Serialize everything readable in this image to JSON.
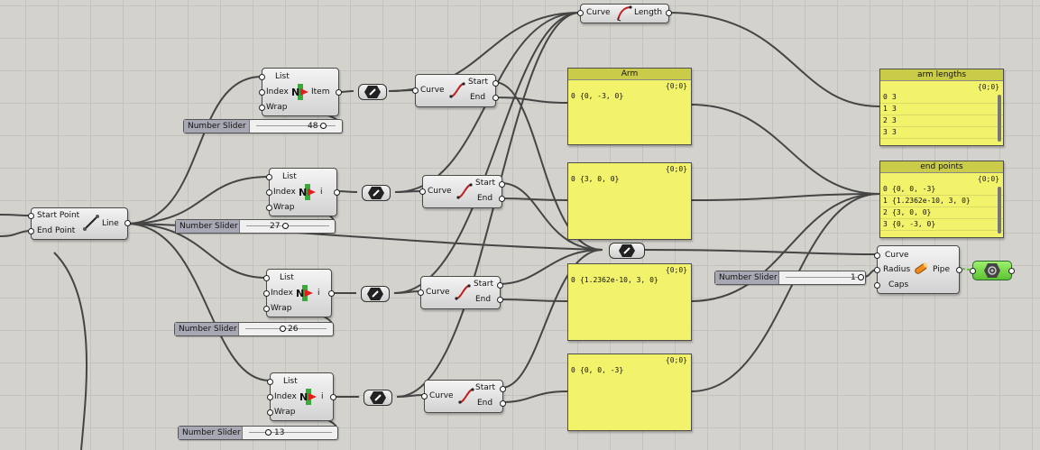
{
  "line_component": {
    "inputs": [
      "Start Point",
      "End Point"
    ],
    "output": "Line"
  },
  "list_items": [
    {
      "inputs": [
        "List",
        "Index",
        "Wrap"
      ],
      "output": "Item"
    },
    {
      "inputs": [
        "List",
        "Index",
        "Wrap"
      ],
      "output": "i"
    },
    {
      "inputs": [
        "List",
        "Index",
        "Wrap"
      ],
      "output": "i"
    },
    {
      "inputs": [
        "List",
        "Index",
        "Wrap"
      ],
      "output": "i"
    }
  ],
  "end_points_components": [
    {
      "input": "Curve",
      "outputs": [
        "Start",
        "End"
      ]
    },
    {
      "input": "Curve",
      "outputs": [
        "Start",
        "End"
      ]
    },
    {
      "input": "Curve",
      "outputs": [
        "Start",
        "End"
      ]
    },
    {
      "input": "Curve",
      "outputs": [
        "Start",
        "End"
      ]
    }
  ],
  "sliders": [
    {
      "name": "Number Slider",
      "value": "48",
      "fraction": 0.94
    },
    {
      "name": "Number Slider",
      "value": "27",
      "fraction": 0.53
    },
    {
      "name": "Number Slider",
      "value": "26",
      "fraction": 0.51
    },
    {
      "name": "Number Slider",
      "value": "13",
      "fraction": 0.25
    },
    {
      "name": "Number Slider",
      "value": "1",
      "fraction": 1.0
    }
  ],
  "length_component": {
    "input": "Curve",
    "output": "Length"
  },
  "arm_panel": {
    "title": "Arm",
    "path": "{0;0}",
    "rows": [
      {
        "index": "0",
        "value": "{0, -3, 0}"
      }
    ]
  },
  "plain_panels": [
    {
      "path": "{0;0}",
      "rows": [
        {
          "index": "0",
          "value": "{3, 0, 0}"
        }
      ]
    },
    {
      "path": "{0;0}",
      "rows": [
        {
          "index": "0",
          "value": "{1.2362e-10, 3, 0}"
        }
      ]
    },
    {
      "path": "{0;0}",
      "rows": [
        {
          "index": "0",
          "value": "{0, 0, -3}"
        }
      ]
    }
  ],
  "arm_lengths_panel": {
    "title": "arm lengths",
    "path": "{0;0}",
    "rows": [
      {
        "index": "0",
        "value": "3"
      },
      {
        "index": "1",
        "value": "3"
      },
      {
        "index": "2",
        "value": "3"
      },
      {
        "index": "3",
        "value": "3"
      }
    ]
  },
  "end_points_panel": {
    "title": "end points",
    "path": "{0;0}",
    "rows": [
      {
        "index": "0",
        "value": "{0, 0, -3}"
      },
      {
        "index": "1",
        "value": "{1.2362e-10, 3, 0}"
      },
      {
        "index": "2",
        "value": "{3, 0, 0}"
      },
      {
        "index": "3",
        "value": "{0, -3, 0}"
      }
    ]
  },
  "pipe_component": {
    "inputs": [
      "Curve",
      "Radius",
      "Caps"
    ],
    "output": "Pipe"
  },
  "icons": {
    "line": "line-icon",
    "list_item": "list-item-icon",
    "end_points": "curve-endpoints-icon",
    "length": "curve-length-icon",
    "relay": "relay-hexagon-icon",
    "pipe": "pipe-icon",
    "viewer": "preview-viewer-icon"
  },
  "colors": {
    "canvas": "#d4d2cc",
    "panel": "#f2f26b",
    "panel_title": "#cbcb4a",
    "slider_name": "#a8a8b4",
    "wire": "#454545",
    "viewer": "#6fd43c"
  }
}
